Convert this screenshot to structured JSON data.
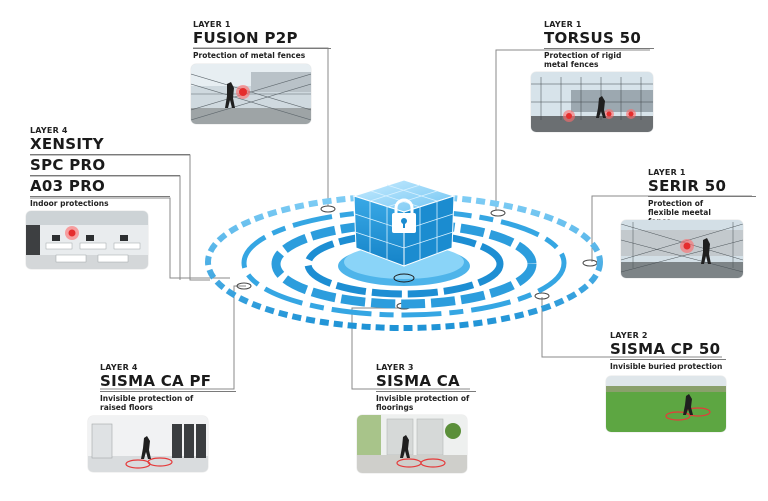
{
  "labels": {
    "fusion": {
      "layer": "LAYER 1",
      "title": "FUSION P2P",
      "desc": "Protection of metal fences"
    },
    "torsus": {
      "layer": "LAYER 1",
      "title": "TORSUS 50",
      "desc": "Protection of rigid metal fences"
    },
    "xensity": {
      "layer": "LAYER 4",
      "titles": [
        "XENSITY",
        "SPC PRO",
        "A03 PRO"
      ],
      "desc": "Indoor protections"
    },
    "serir": {
      "layer": "LAYER 1",
      "title": "SERIR 50",
      "desc": "Protection of flexible meetal fence"
    },
    "sisma_cp": {
      "layer": "LAYER 2",
      "title": "SISMA CP 50",
      "desc": "Invisible buried protection"
    },
    "sisma_ca_pf": {
      "layer": "LAYER 4",
      "title": "SISMA CA PF",
      "desc": "Invisible protection of raised floors"
    },
    "sisma_ca": {
      "layer": "LAYER 3",
      "title": "SISMA CA",
      "desc": "Invisible protection of floorings"
    }
  },
  "icons": {
    "center": "lock-cube-icon",
    "alarm": "alarm-ring-icon"
  },
  "colors": {
    "accent_blue": "#29a3e0",
    "light_blue": "#8fd3f7",
    "dark_blue": "#0d6fb3",
    "alarm_red": "#e52d2d",
    "line_gray": "#8a8a8a"
  }
}
